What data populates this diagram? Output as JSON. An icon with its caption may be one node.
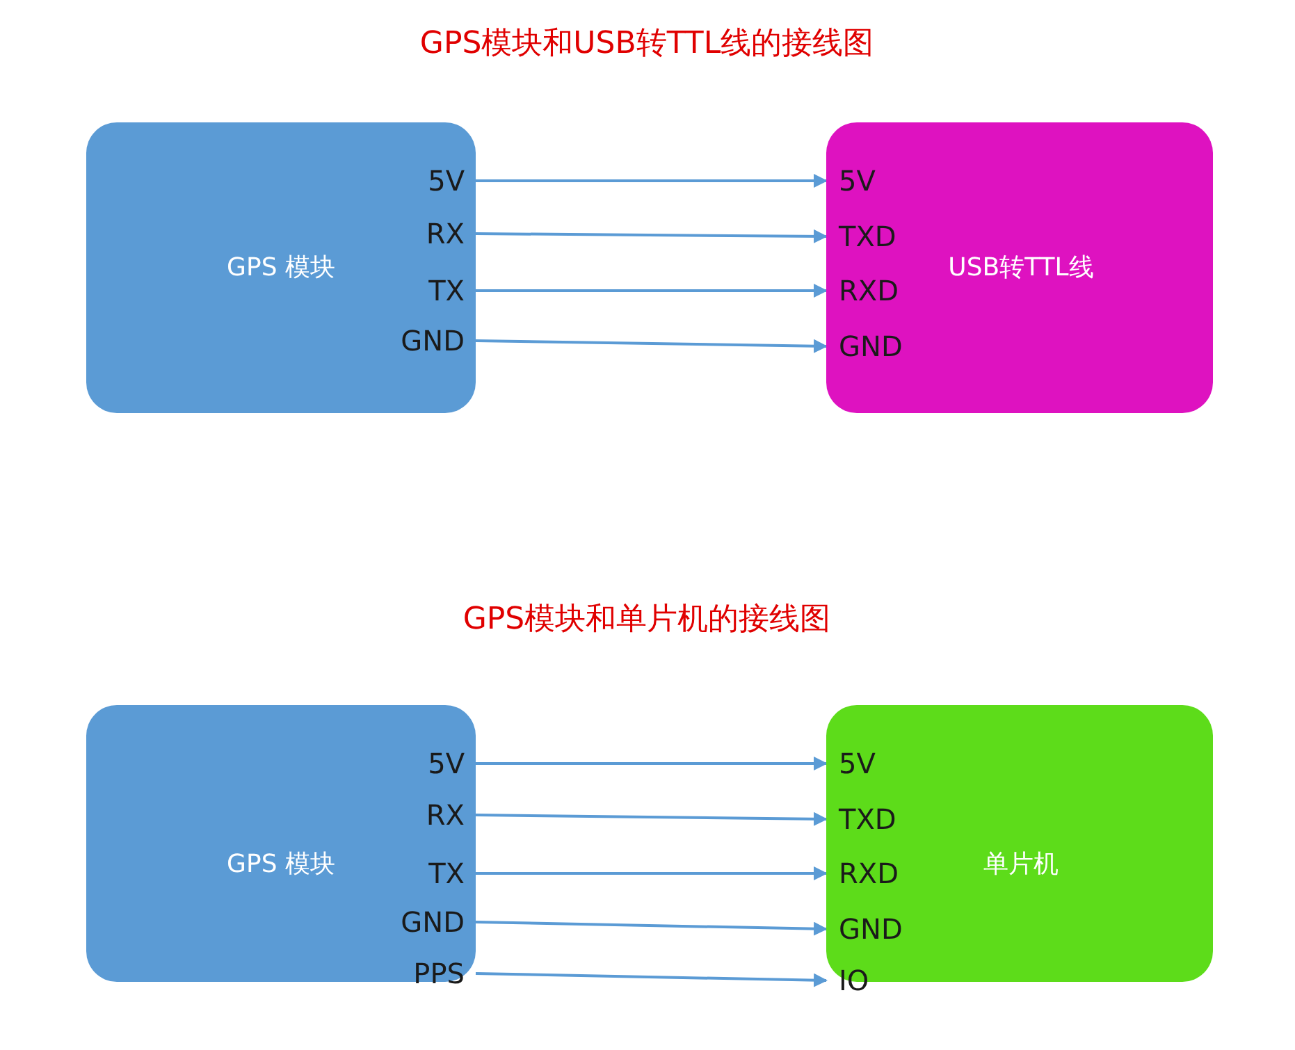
{
  "diagram": {
    "title": "GPS模块和USB转TTL线的接线图",
    "nodes": [
      {
        "text": [
          "GPS 模块"
        ]
      },
      {
        "text": [
          "5V"
        ],
        "in": 0
      },
      {
        "text": [
          "RX"
        ],
        "in": 0
      },
      {
        "text": [
          "TX"
        ],
        "in": 0
      },
      {
        "text": [
          "GND"
        ],
        "in": 0
      },
      {
        "text": [
          "USB转TTL线"
        ]
      },
      {
        "text": [
          "5V"
        ],
        "in": 5
      },
      {
        "text": [
          "TXD"
        ],
        "in": 5
      },
      {
        "text": [
          "RXD"
        ],
        "in": 5
      },
      {
        "text": [
          "GND"
        ],
        "in": 5
      },
      {
        "text": [
          "GPS 模块"
        ]
      },
      {
        "text": [
          "5V"
        ],
        "in": 10
      },
      {
        "text": [
          "RX"
        ],
        "in": 10
      },
      {
        "text": [
          "TX"
        ],
        "in": 10
      },
      {
        "text": [
          "GND"
        ],
        "in": 10
      },
      {
        "text": [
          "PPS"
        ],
        "in": 10
      },
      {
        "text": [
          "单片机"
        ]
      },
      {
        "text": [
          "5V"
        ],
        "in": 16
      },
      {
        "text": [
          "TXD"
        ],
        "in": 16
      },
      {
        "text": [
          "RXD"
        ],
        "in": 16
      },
      {
        "text": [
          "GND"
        ],
        "in": 16
      },
      {
        "text": [
          "IO"
        ],
        "in": 16
      }
    ],
    "edges": [
      {
        "from": 1,
        "to": 6,
        "arrow": "to"
      },
      {
        "from": 2,
        "to": 7,
        "arrow": "to"
      },
      {
        "from": 3,
        "to": 8,
        "arrow": "to"
      },
      {
        "from": 4,
        "to": 9,
        "arrow": "to"
      },
      {
        "from": 11,
        "to": 17,
        "arrow": "to"
      },
      {
        "from": 12,
        "to": 18,
        "arrow": "to"
      },
      {
        "from": 13,
        "to": 19,
        "arrow": "to"
      },
      {
        "from": 14,
        "to": 20,
        "arrow": "to"
      },
      {
        "from": 15,
        "to": 21,
        "arrow": "to"
      }
    ],
    "labels": [
      "GPS模块和单片机的接线图"
    ]
  }
}
